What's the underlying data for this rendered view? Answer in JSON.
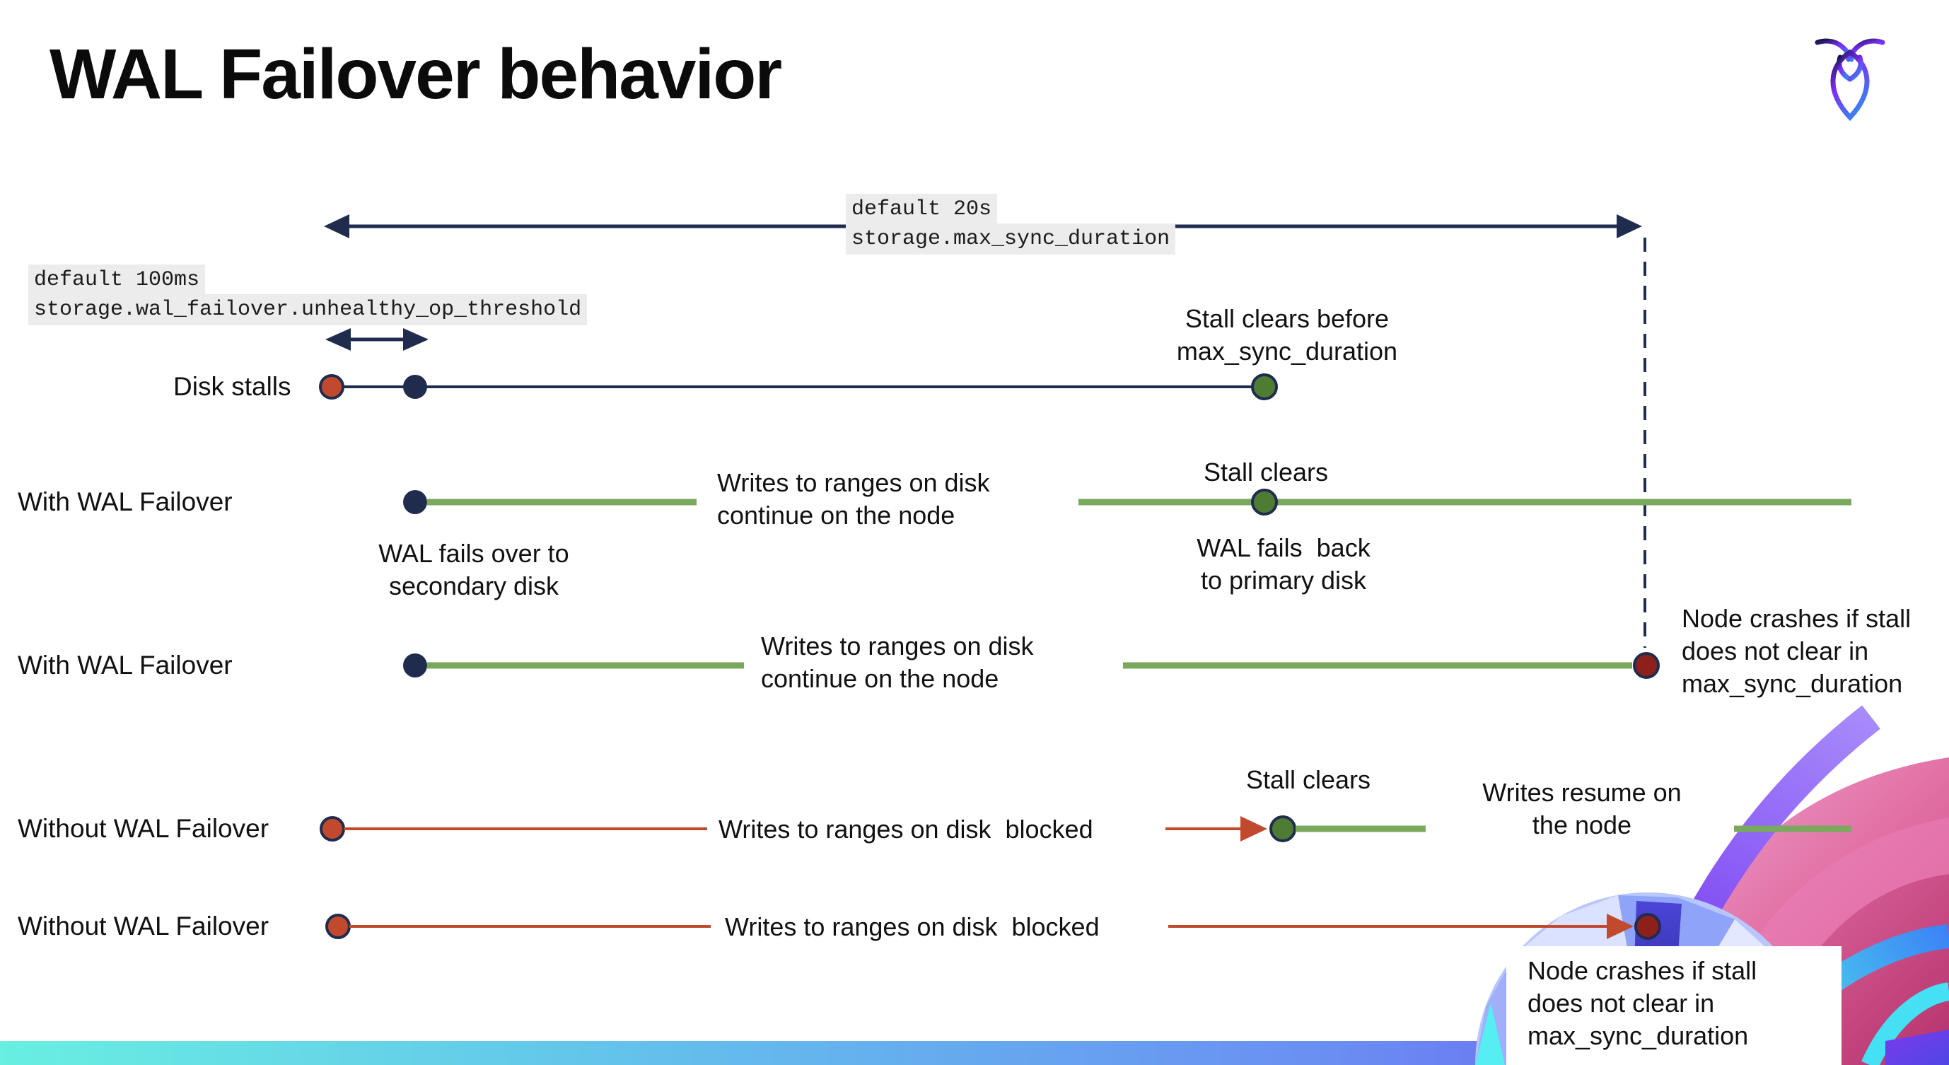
{
  "title": "WAL Failover behavior",
  "icons": {
    "logo": "cockroachdb-logo"
  },
  "settings": {
    "max_sync": {
      "default_label": "default 20s",
      "setting_name": "storage.max_sync_duration"
    },
    "threshold": {
      "default_label": "default 100ms",
      "setting_name": "storage.wal_failover.unhealthy_op_threshold"
    }
  },
  "rows": [
    {
      "label": "Disk stalls"
    },
    {
      "label": "With WAL Failover"
    },
    {
      "label": "With WAL Failover"
    },
    {
      "label": "Without WAL Failover"
    },
    {
      "label": "Without WAL Failover"
    }
  ],
  "annotations": {
    "stall_clears_before": "Stall clears before\nmax_sync_duration",
    "wal_fails_over": "WAL fails over to\nsecondary disk",
    "writes_continue": "Writes to ranges on disk\ncontinue on the node",
    "stall_clears": "Stall clears",
    "wal_fails_back": "WAL fails  back\nto primary disk",
    "node_crashes": "Node crashes if stall\ndoes not clear in\nmax_sync_duration",
    "writes_blocked": "Writes to ranges on disk  blocked",
    "writes_resume": "Writes resume on\nthe node"
  },
  "colors": {
    "navy": "#1f2c4e",
    "green": "#7aa85c",
    "green-dark": "#4e7c33",
    "red": "#c14a2e",
    "red-dark": "#8e201c",
    "code-bg": "#ececec",
    "text": "#111111",
    "bar-start": "#68efe1",
    "bar-mid1": "#63beec",
    "bar-mid2": "#6a8ff2",
    "bar-end": "#6c4def"
  }
}
